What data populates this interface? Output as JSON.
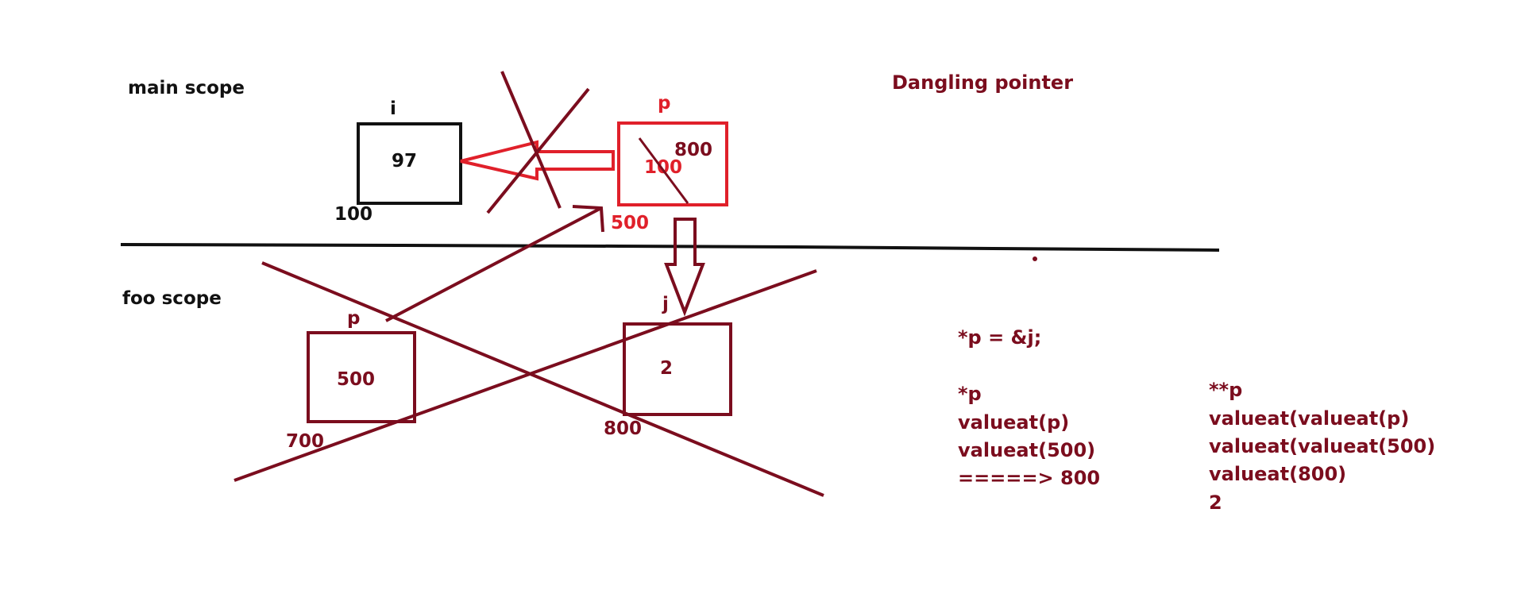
{
  "title": "Dangling pointer",
  "colors": {
    "black": "#111111",
    "dark_red": "#7b0d1e",
    "bright_red": "#e0202a"
  },
  "main_scope": {
    "label": "main scope",
    "var_i": {
      "name": "i",
      "value": "97",
      "address": "100"
    },
    "var_p": {
      "name": "p",
      "old_value": "100",
      "new_value": "800",
      "address": "500"
    }
  },
  "foo_scope": {
    "label": "foo scope",
    "var_p": {
      "name": "p",
      "value": "500",
      "address": "700"
    },
    "var_j": {
      "name": "j",
      "value": "2",
      "address": "800"
    }
  },
  "code_left": {
    "statement": "*p = &j;",
    "lines": [
      "*p",
      "valueat(p)",
      "valueat(500)",
      "=====> 800"
    ]
  },
  "code_right": {
    "lines": [
      "**p",
      "valueat(valueat(p)",
      "valueat(valueat(500)",
      "valueat(800)",
      "2"
    ]
  }
}
